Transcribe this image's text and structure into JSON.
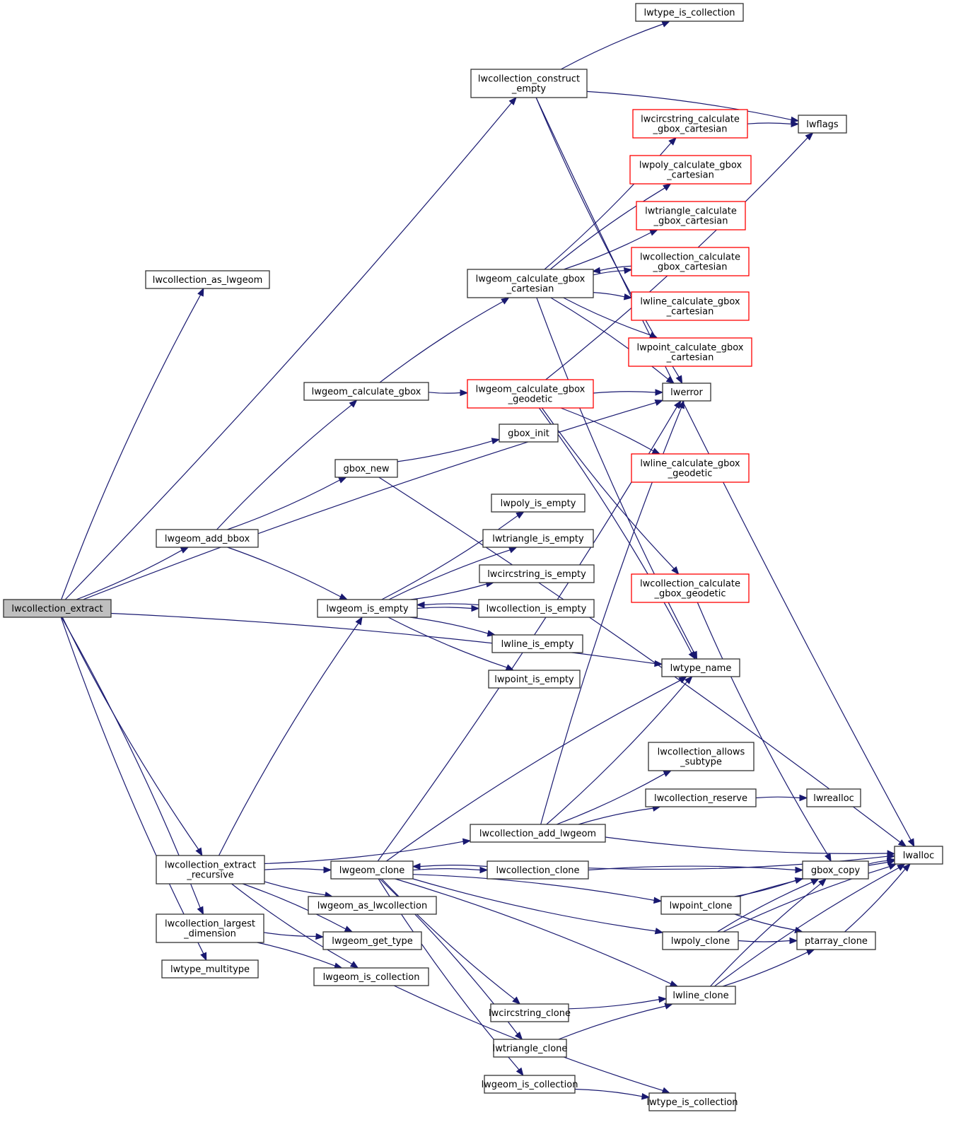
{
  "diagram": {
    "title": "lwcollection_extract call graph",
    "colors": {
      "edge": "#191970",
      "node_border": "#333333",
      "node_border_incomplete": "#ff0000",
      "root_fill": "#bfbfbf"
    },
    "nodes": [
      {
        "id": "lwcollection_extract",
        "lines": [
          "lwcollection_extract"
        ],
        "style": "root"
      },
      {
        "id": "lwcollection_as_lwgeom",
        "lines": [
          "lwcollection_as_lwgeom"
        ],
        "style": "normal"
      },
      {
        "id": "lwcollection_construct_empty",
        "lines": [
          "lwcollection_construct",
          "_empty"
        ],
        "style": "normal"
      },
      {
        "id": "lwtype_is_collection_top",
        "lines": [
          "lwtype_is_collection"
        ],
        "style": "normal"
      },
      {
        "id": "lwflags",
        "lines": [
          "lwflags"
        ],
        "style": "normal"
      },
      {
        "id": "lwalloc",
        "lines": [
          "lwalloc"
        ],
        "style": "normal"
      },
      {
        "id": "lwcircstring_calculate_gbox_cartesian",
        "lines": [
          "lwcircstring_calculate",
          "_gbox_cartesian"
        ],
        "style": "red"
      },
      {
        "id": "lwpoly_calculate_gbox_cartesian",
        "lines": [
          "lwpoly_calculate_gbox",
          "_cartesian"
        ],
        "style": "red"
      },
      {
        "id": "lwtriangle_calculate_gbox_cartesian",
        "lines": [
          "lwtriangle_calculate",
          "_gbox_cartesian"
        ],
        "style": "red"
      },
      {
        "id": "lwcollection_calculate_gbox_cartesian",
        "lines": [
          "lwcollection_calculate",
          "_gbox_cartesian"
        ],
        "style": "red"
      },
      {
        "id": "lwline_calculate_gbox_cartesian",
        "lines": [
          "lwline_calculate_gbox",
          "_cartesian"
        ],
        "style": "red"
      },
      {
        "id": "lwpoint_calculate_gbox_cartesian",
        "lines": [
          "lwpoint_calculate_gbox",
          "_cartesian"
        ],
        "style": "red"
      },
      {
        "id": "lwgeom_calculate_gbox_cartesian",
        "lines": [
          "lwgeom_calculate_gbox",
          "_cartesian"
        ],
        "style": "normal"
      },
      {
        "id": "lwgeom_calculate_gbox",
        "lines": [
          "lwgeom_calculate_gbox"
        ],
        "style": "normal"
      },
      {
        "id": "lwgeom_calculate_gbox_geodetic",
        "lines": [
          "lwgeom_calculate_gbox",
          "_geodetic"
        ],
        "style": "red"
      },
      {
        "id": "lwerror",
        "lines": [
          "lwerror"
        ],
        "style": "normal"
      },
      {
        "id": "gbox_init",
        "lines": [
          "gbox_init"
        ],
        "style": "normal"
      },
      {
        "id": "gbox_new",
        "lines": [
          "gbox_new"
        ],
        "style": "normal"
      },
      {
        "id": "lwline_calculate_gbox_geodetic",
        "lines": [
          "lwline_calculate_gbox",
          "_geodetic"
        ],
        "style": "red"
      },
      {
        "id": "lwgeom_add_bbox",
        "lines": [
          "lwgeom_add_bbox"
        ],
        "style": "normal"
      },
      {
        "id": "lwpoly_is_empty",
        "lines": [
          "lwpoly_is_empty"
        ],
        "style": "normal"
      },
      {
        "id": "lwtriangle_is_empty",
        "lines": [
          "lwtriangle_is_empty"
        ],
        "style": "normal"
      },
      {
        "id": "lwcircstring_is_empty",
        "lines": [
          "lwcircstring_is_empty"
        ],
        "style": "normal"
      },
      {
        "id": "lwgeom_is_empty",
        "lines": [
          "lwgeom_is_empty"
        ],
        "style": "normal"
      },
      {
        "id": "lwcollection_is_empty",
        "lines": [
          "lwcollection_is_empty"
        ],
        "style": "normal"
      },
      {
        "id": "lwline_is_empty",
        "lines": [
          "lwline_is_empty"
        ],
        "style": "normal"
      },
      {
        "id": "lwpoint_is_empty",
        "lines": [
          "lwpoint_is_empty"
        ],
        "style": "normal"
      },
      {
        "id": "lwcollection_calculate_gbox_geodetic",
        "lines": [
          "lwcollection_calculate",
          "_gbox_geodetic"
        ],
        "style": "red"
      },
      {
        "id": "lwtype_name",
        "lines": [
          "lwtype_name"
        ],
        "style": "normal"
      },
      {
        "id": "lwcollection_allows_subtype",
        "lines": [
          "lwcollection_allows",
          "_subtype"
        ],
        "style": "normal"
      },
      {
        "id": "lwcollection_reserve",
        "lines": [
          "lwcollection_reserve"
        ],
        "style": "normal"
      },
      {
        "id": "lwrealloc",
        "lines": [
          "lwrealloc"
        ],
        "style": "normal"
      },
      {
        "id": "lwcollection_add_lwgeom",
        "lines": [
          "lwcollection_add_lwgeom"
        ],
        "style": "normal"
      },
      {
        "id": "lwcollection_extract_recursive",
        "lines": [
          "lwcollection_extract",
          "_recursive"
        ],
        "style": "normal"
      },
      {
        "id": "lwgeom_clone",
        "lines": [
          "lwgeom_clone"
        ],
        "style": "normal"
      },
      {
        "id": "lwcollection_clone",
        "lines": [
          "lwcollection_clone"
        ],
        "style": "normal"
      },
      {
        "id": "gbox_copy",
        "lines": [
          "gbox_copy"
        ],
        "style": "normal"
      },
      {
        "id": "lwgeom_as_lwcollection",
        "lines": [
          "lwgeom_as_lwcollection"
        ],
        "style": "normal"
      },
      {
        "id": "lwpoint_clone",
        "lines": [
          "lwpoint_clone"
        ],
        "style": "normal"
      },
      {
        "id": "lwcollection_largest_dimension",
        "lines": [
          "lwcollection_largest",
          "_dimension"
        ],
        "style": "normal"
      },
      {
        "id": "lwgeom_get_type",
        "lines": [
          "lwgeom_get_type"
        ],
        "style": "normal"
      },
      {
        "id": "lwpoly_clone",
        "lines": [
          "lwpoly_clone"
        ],
        "style": "normal"
      },
      {
        "id": "ptarray_clone",
        "lines": [
          "ptarray_clone"
        ],
        "style": "normal"
      },
      {
        "id": "lwtype_multitype",
        "lines": [
          "lwtype_multitype"
        ],
        "style": "normal"
      },
      {
        "id": "lwgeom_is_collection_a",
        "lines": [
          "lwgeom_is_collection"
        ],
        "style": "normal"
      },
      {
        "id": "lwline_clone",
        "lines": [
          "lwline_clone"
        ],
        "style": "normal"
      },
      {
        "id": "lwcircstring_clone",
        "lines": [
          "lwcircstring_clone"
        ],
        "style": "normal"
      },
      {
        "id": "lwtriangle_clone",
        "lines": [
          "lwtriangle_clone"
        ],
        "style": "normal"
      },
      {
        "id": "lwgeom_is_collection_b",
        "lines": [
          "lwgeom_is_collection"
        ],
        "style": "normal"
      },
      {
        "id": "lwtype_is_collection_bottom",
        "lines": [
          "lwtype_is_collection"
        ],
        "style": "normal"
      }
    ],
    "edges": [
      [
        "lwcollection_extract",
        "lwcollection_as_lwgeom"
      ],
      [
        "lwcollection_extract",
        "lwcollection_construct_empty"
      ],
      [
        "lwcollection_extract",
        "lwerror"
      ],
      [
        "lwcollection_extract",
        "lwgeom_add_bbox"
      ],
      [
        "lwcollection_extract",
        "lwtype_name"
      ],
      [
        "lwcollection_extract",
        "lwcollection_extract_recursive"
      ],
      [
        "lwcollection_extract",
        "lwcollection_largest_dimension"
      ],
      [
        "lwcollection_extract",
        "lwtype_multitype"
      ],
      [
        "lwcollection_construct_empty",
        "lwtype_is_collection_top"
      ],
      [
        "lwcollection_construct_empty",
        "lwalloc"
      ],
      [
        "lwcollection_construct_empty",
        "lwflags"
      ],
      [
        "lwcollection_construct_empty",
        "lwerror"
      ],
      [
        "lwcircstring_calculate_gbox_cartesian",
        "lwflags"
      ],
      [
        "lwgeom_calculate_gbox_cartesian",
        "lwcircstring_calculate_gbox_cartesian"
      ],
      [
        "lwgeom_calculate_gbox_cartesian",
        "lwpoly_calculate_gbox_cartesian"
      ],
      [
        "lwgeom_calculate_gbox_cartesian",
        "lwtriangle_calculate_gbox_cartesian"
      ],
      [
        "lwgeom_calculate_gbox_cartesian",
        "lwcollection_calculate_gbox_cartesian"
      ],
      [
        "lwcollection_calculate_gbox_cartesian",
        "lwgeom_calculate_gbox_cartesian"
      ],
      [
        "lwgeom_calculate_gbox_cartesian",
        "lwline_calculate_gbox_cartesian"
      ],
      [
        "lwgeom_calculate_gbox_cartesian",
        "lwpoint_calculate_gbox_cartesian"
      ],
      [
        "lwgeom_calculate_gbox_cartesian",
        "lwerror"
      ],
      [
        "lwgeom_calculate_gbox_cartesian",
        "lwtype_name"
      ],
      [
        "lwgeom_calculate_gbox",
        "lwgeom_calculate_gbox_cartesian"
      ],
      [
        "lwgeom_calculate_gbox",
        "lwgeom_calculate_gbox_geodetic"
      ],
      [
        "lwgeom_calculate_gbox_geodetic",
        "lwerror"
      ],
      [
        "lwgeom_calculate_gbox_geodetic",
        "lwflags"
      ],
      [
        "lwgeom_calculate_gbox_geodetic",
        "lwline_calculate_gbox_geodetic"
      ],
      [
        "lwgeom_calculate_gbox_geodetic",
        "lwcollection_calculate_gbox_geodetic"
      ],
      [
        "lwgeom_calculate_gbox_geodetic",
        "lwtype_name"
      ],
      [
        "lwcollection_calculate_gbox_geodetic",
        "gbox_copy"
      ],
      [
        "lwgeom_add_bbox",
        "lwgeom_calculate_gbox"
      ],
      [
        "lwgeom_add_bbox",
        "gbox_new"
      ],
      [
        "lwgeom_add_bbox",
        "lwgeom_is_empty"
      ],
      [
        "gbox_new",
        "gbox_init"
      ],
      [
        "gbox_new",
        "lwalloc"
      ],
      [
        "lwgeom_is_empty",
        "lwpoly_is_empty"
      ],
      [
        "lwgeom_is_empty",
        "lwtriangle_is_empty"
      ],
      [
        "lwgeom_is_empty",
        "lwcircstring_is_empty"
      ],
      [
        "lwgeom_is_empty",
        "lwcollection_is_empty"
      ],
      [
        "lwcollection_is_empty",
        "lwgeom_is_empty"
      ],
      [
        "lwgeom_is_empty",
        "lwline_is_empty"
      ],
      [
        "lwgeom_is_empty",
        "lwpoint_is_empty"
      ],
      [
        "lwcollection_reserve",
        "lwrealloc"
      ],
      [
        "lwcollection_add_lwgeom",
        "lwcollection_allows_subtype"
      ],
      [
        "lwcollection_add_lwgeom",
        "lwcollection_reserve"
      ],
      [
        "lwcollection_add_lwgeom",
        "lwtype_name"
      ],
      [
        "lwcollection_add_lwgeom",
        "lwerror"
      ],
      [
        "lwcollection_add_lwgeom",
        "lwalloc"
      ],
      [
        "lwcollection_extract_recursive",
        "lwgeom_is_empty"
      ],
      [
        "lwcollection_extract_recursive",
        "lwcollection_add_lwgeom"
      ],
      [
        "lwcollection_extract_recursive",
        "lwgeom_clone"
      ],
      [
        "lwcollection_extract_recursive",
        "lwgeom_as_lwcollection"
      ],
      [
        "lwcollection_extract_recursive",
        "lwgeom_get_type"
      ],
      [
        "lwcollection_extract_recursive",
        "lwgeom_is_collection_a"
      ],
      [
        "lwgeom_clone",
        "lwcollection_clone"
      ],
      [
        "lwcollection_clone",
        "lwgeom_clone"
      ],
      [
        "lwgeom_clone",
        "lwpoint_clone"
      ],
      [
        "lwgeom_clone",
        "lwpoly_clone"
      ],
      [
        "lwgeom_clone",
        "lwline_clone"
      ],
      [
        "lwgeom_clone",
        "lwcircstring_clone"
      ],
      [
        "lwgeom_clone",
        "lwtriangle_clone"
      ],
      [
        "lwgeom_clone",
        "lwgeom_is_collection_b"
      ],
      [
        "lwgeom_clone",
        "lwtype_name"
      ],
      [
        "lwgeom_clone",
        "lwerror"
      ],
      [
        "lwcollection_clone",
        "gbox_copy"
      ],
      [
        "lwcollection_clone",
        "lwalloc"
      ],
      [
        "gbox_copy",
        "lwalloc"
      ],
      [
        "lwpoint_clone",
        "gbox_copy"
      ],
      [
        "lwpoint_clone",
        "lwalloc"
      ],
      [
        "lwpoint_clone",
        "ptarray_clone"
      ],
      [
        "lwpoly_clone",
        "gbox_copy"
      ],
      [
        "lwpoly_clone",
        "ptarray_clone"
      ],
      [
        "lwpoly_clone",
        "lwalloc"
      ],
      [
        "ptarray_clone",
        "lwalloc"
      ],
      [
        "lwline_clone",
        "gbox_copy"
      ],
      [
        "lwline_clone",
        "ptarray_clone"
      ],
      [
        "lwline_clone",
        "lwalloc"
      ],
      [
        "lwcircstring_clone",
        "lwline_clone"
      ],
      [
        "lwtriangle_clone",
        "lwline_clone"
      ],
      [
        "lwcollection_largest_dimension",
        "lwgeom_get_type"
      ],
      [
        "lwcollection_largest_dimension",
        "lwgeom_is_collection_a"
      ],
      [
        "lwgeom_is_collection_a",
        "lwtype_is_collection_bottom"
      ],
      [
        "lwgeom_is_collection_b",
        "lwtype_is_collection_bottom"
      ]
    ]
  }
}
